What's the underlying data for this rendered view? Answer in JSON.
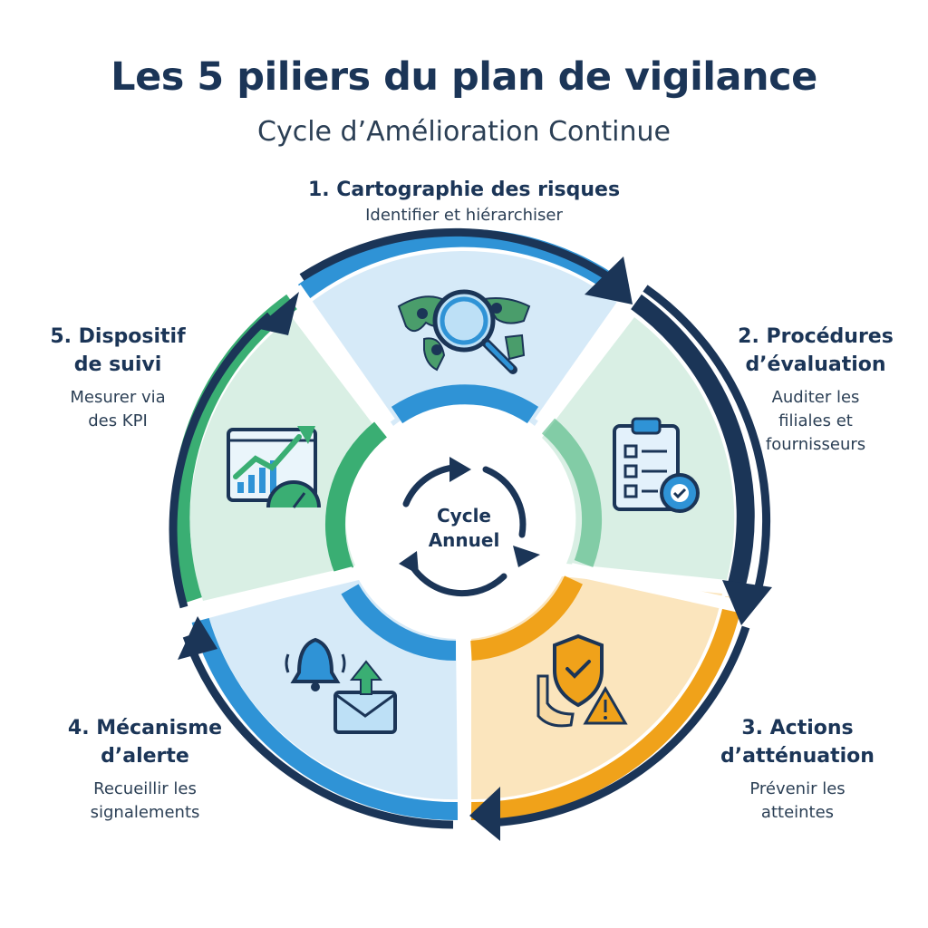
{
  "header": {
    "title": "Les 5 piliers du plan de vigilance",
    "subtitle": "Cycle d’Amélioration Continue"
  },
  "center": {
    "line1": "Cycle",
    "line2": "Annuel"
  },
  "pillars": [
    {
      "title": "1. Cartographie des risques",
      "desc": "Identifier et hiérarchiser",
      "icon": "world-map-magnifier-icon",
      "color": "#d6eaf8"
    },
    {
      "title_l1": "2. Procédures",
      "title_l2": "d’évaluation",
      "desc_l1": "Auditer les",
      "desc_l2": "filiales et",
      "desc_l3": "fournisseurs",
      "icon": "clipboard-checklist-gear-icon",
      "color": "#d9efe4"
    },
    {
      "title_l1": "3. Actions",
      "title_l2": "d’atténuation",
      "desc_l1": "Prévenir les",
      "desc_l2": "atteintes",
      "icon": "hand-shield-warning-icon",
      "color": "#fbe5bd"
    },
    {
      "title_l1": "4. Mécanisme",
      "title_l2": "d’alerte",
      "desc_l1": "Recueillir les",
      "desc_l2": "signalements",
      "icon": "bell-envelope-icon",
      "color": "#d6eaf8"
    },
    {
      "title_l1": "5. Dispositif",
      "title_l2": "de suivi",
      "desc_l1": "Mesurer via",
      "desc_l2": "des KPI",
      "icon": "kpi-chart-gauge-icon",
      "color": "#d9efe4"
    }
  ],
  "colors": {
    "navy": "#1b3557",
    "blue": "#2f93d6",
    "green": "#3aae73",
    "orange": "#f0a21a"
  }
}
